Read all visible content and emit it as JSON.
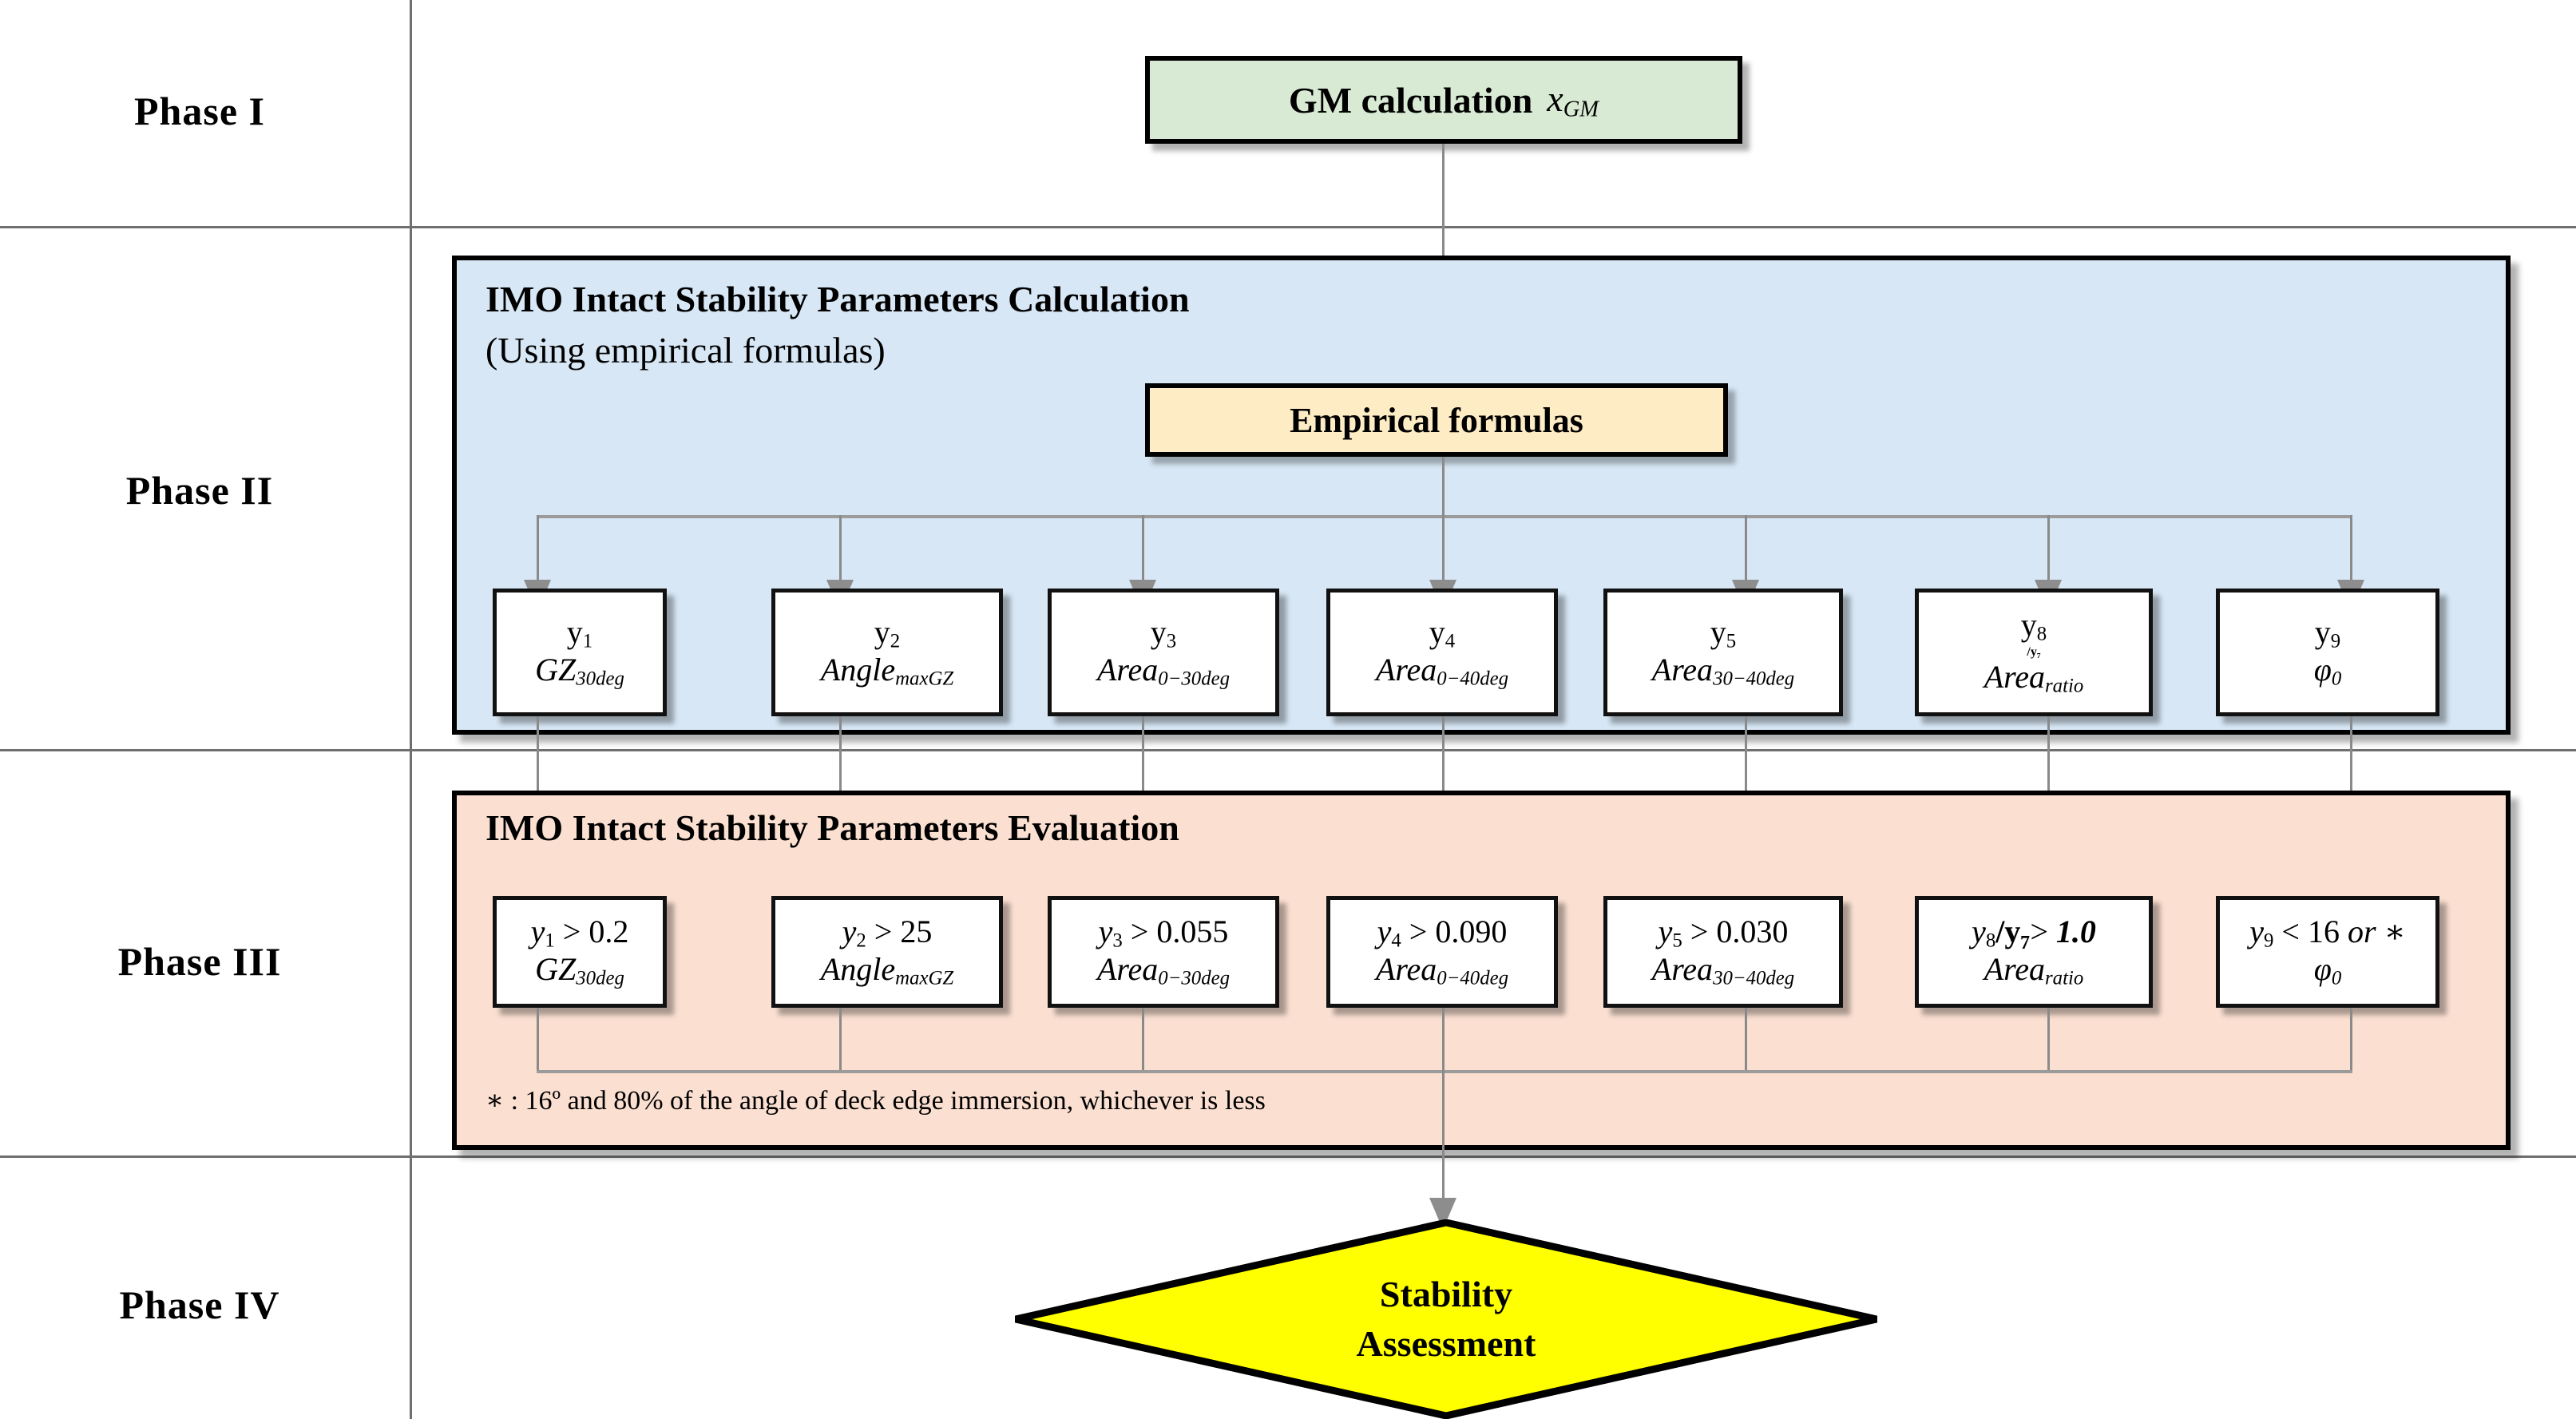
{
  "phases": [
    {
      "label": "Phase I"
    },
    {
      "label": "Phase II"
    },
    {
      "label": "Phase III"
    },
    {
      "label": "Phase IV"
    }
  ],
  "phase1": {
    "gm_box": "GM calculation x_GM",
    "gm_box_main": "GM calculation",
    "gm_box_sym": "x",
    "gm_box_sub": "GM"
  },
  "phase2": {
    "panel_title": "IMO Intact Stability Parameters Calculation",
    "panel_subtitle": "(Using empirical formulas)",
    "empirical_box": "Empirical formulas",
    "boxes": [
      {
        "top": "y",
        "top_sub": "1",
        "top_rest": "",
        "name": "GZ",
        "name_sub": "30deg"
      },
      {
        "top": "y",
        "top_sub": "2",
        "top_rest": "",
        "name": "Angle",
        "name_sub": "maxGZ"
      },
      {
        "top": "y",
        "top_sub": "3",
        "top_rest": "",
        "name": "Area",
        "name_sub": "0−30deg"
      },
      {
        "top": "y",
        "top_sub": "4",
        "top_rest": "",
        "name": "Area",
        "name_sub": "0−40deg"
      },
      {
        "top": "y",
        "top_sub": "5",
        "top_rest": "",
        "name": "Area",
        "name_sub": "30−40deg"
      },
      {
        "top": "y",
        "top_sub": "8",
        "top_rest": "/y₇",
        "name": "Area",
        "name_sub": "ratio"
      },
      {
        "top": "y",
        "top_sub": "9",
        "top_rest": "",
        "name": "φ",
        "name_sub": "0"
      }
    ]
  },
  "phase3": {
    "panel_title": "IMO Intact Stability Parameters Evaluation",
    "footnote": "∗ : 16º and 80% of the angle of deck edge immersion, whichever is less",
    "boxes": [
      {
        "cond_var": "y",
        "cond_sub": "1",
        "cond_op": " > ",
        "cond_val": "0.2",
        "name": "GZ",
        "name_sub": "30deg"
      },
      {
        "cond_var": "y",
        "cond_sub": "2",
        "cond_op": " > ",
        "cond_val": "25",
        "name": "Angle",
        "name_sub": "maxGZ"
      },
      {
        "cond_var": "y",
        "cond_sub": "3",
        "cond_op": " > ",
        "cond_val": "0.055",
        "name": "Area",
        "name_sub": "0−30deg"
      },
      {
        "cond_var": "y",
        "cond_sub": "4",
        "cond_op": " > ",
        "cond_val": "0.090",
        "name": "Area",
        "name_sub": "0−40deg"
      },
      {
        "cond_var": "y",
        "cond_sub": "5",
        "cond_op": " > ",
        "cond_val": "0.030",
        "name": "Area",
        "name_sub": "30−40deg"
      },
      {
        "cond_var": "y",
        "cond_sub": "8",
        "cond_op": "> ",
        "cond_val": "1.0",
        "cond_extra": "/y₇",
        "bold_val": true,
        "name": "Area",
        "name_sub": "ratio"
      },
      {
        "cond_var": "y",
        "cond_sub": "9",
        "cond_op": " < ",
        "cond_val": "16",
        "cond_tail": " or ∗",
        "name": "φ",
        "name_sub": "0"
      }
    ]
  },
  "phase4": {
    "diamond_line1": "Stability",
    "diamond_line2": "Assessment"
  },
  "colors": {
    "phase2_panel": "#d7e7f5",
    "phase3_panel": "#fbe0d2",
    "gm_box": "#d8ead4",
    "empirical_box": "#fdecc4",
    "diamond": "#ffff00",
    "rule": "#6f6f6f",
    "connector": "#8a8a8a"
  }
}
